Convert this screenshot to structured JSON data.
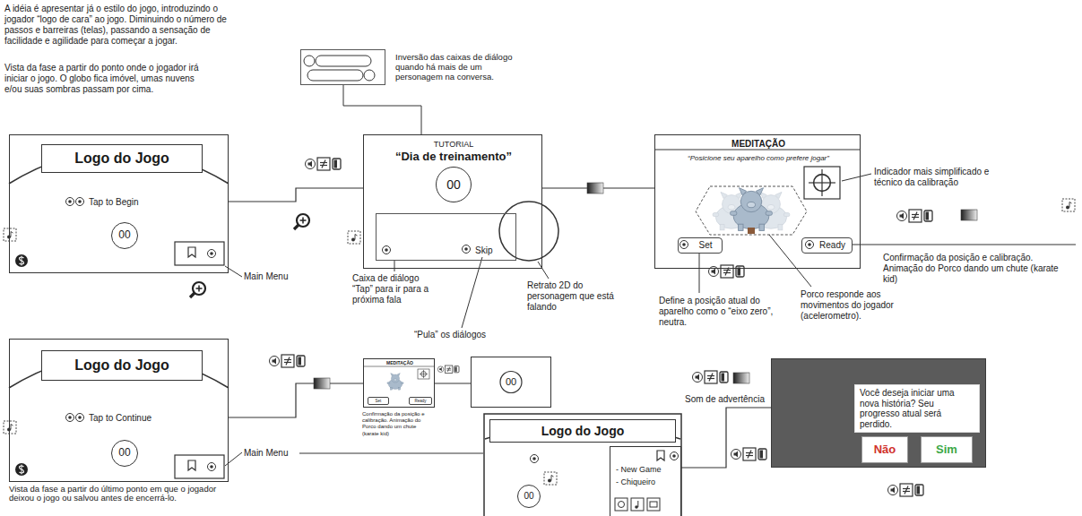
{
  "diagram": {
    "nodes": [
      {
        "text": [
          "Tap to Begin"
        ]
      },
      {
        "text": [
          "Logo do Jogo"
        ],
        "in": 0
      },
      {
        "text": [
          "00"
        ],
        "in": 0
      },
      {
        "text": [
          "Inversão das caixas de diálogo quando há mais de um personagem na conversa."
        ]
      },
      {
        "text": [
          "TUTORIAL",
          "“Dia de treinamento”"
        ]
      },
      {
        "text": [
          "00"
        ],
        "in": 4
      },
      {
        "text": [
          "Skip"
        ],
        "in": 4
      },
      {
        "text": [
          "MEDITAÇÃO",
          "“Posicione seu aparelho como prefere jogar”"
        ]
      },
      {
        "text": [
          "Set"
        ],
        "in": 7
      },
      {
        "text": [
          "Ready"
        ],
        "in": 7
      },
      {
        "text": [
          "Tap to Continue"
        ]
      },
      {
        "text": [
          "Logo do Jogo"
        ],
        "in": 10
      },
      {
        "text": [
          "00"
        ],
        "in": 10
      },
      {
        "text": [
          "MEDITAÇÃO"
        ]
      },
      {
        "text": [
          "Set"
        ],
        "in": 13
      },
      {
        "text": [
          "Ready"
        ],
        "in": 13
      },
      {
        "text": [
          "00"
        ]
      },
      {
        "text": [
          "Logo do Jogo"
        ]
      },
      {
        "text": [
          "00"
        ]
      },
      {
        "text": [
          "- New Game",
          "- Chiqueiro"
        ]
      },
      {
        "text": [
          "Você deseja iniciar uma nova história? Seu progresso atual será perdido."
        ]
      },
      {
        "text": [
          "Não"
        ],
        "in": 20
      },
      {
        "text": [
          "Sim"
        ],
        "in": 20
      }
    ],
    "edges": [
      {
        "from": 0,
        "to": 4,
        "arrow": "none"
      },
      {
        "from": 4,
        "to": 7,
        "arrow": "none"
      },
      {
        "from": 10,
        "to": 13,
        "arrow": "none"
      },
      {
        "from": 13,
        "to": 16,
        "arrow": "none"
      },
      {
        "from": 19,
        "to": 20,
        "arrow": "none"
      }
    ],
    "labels": [
      "A idéia é apresentar já o estilo do jogo, introduzindo o jogador “logo de cara” ao jogo. Diminuindo o número de passos e barreiras (telas), passando a sensação de facilidade e agilidade para começar a jogar.",
      "Vista da fase a partir do ponto onde o jogador irá iniciar o jogo. O globo fica imóvel, umas nuvens e/ou suas sombras passam por cima.",
      "Main Menu",
      "Caixa de diálogo “Tap” para ir para a próxima fala",
      "Retrato 2D do personagem que está falando",
      "“Pula” os diálogos",
      "Indicador mais simplificado e técnico da calibração",
      "Confirmação da posição e calibração. Animação do Porco dando um chute (karate kid)",
      "Define a posição atual do aparelho como o “eixo zero”, neutra.",
      "Porco responde aos movimentos do jogador (acelerometro).",
      "Main Menu",
      "Vista da fase a partir do último ponto em que o jogador deixou o jogo ou salvou antes de encerrá-lo.",
      "Confirmação da posição e calibração. Animação do Porco dando um chute (karate kid)",
      "Som de advertência"
    ]
  }
}
